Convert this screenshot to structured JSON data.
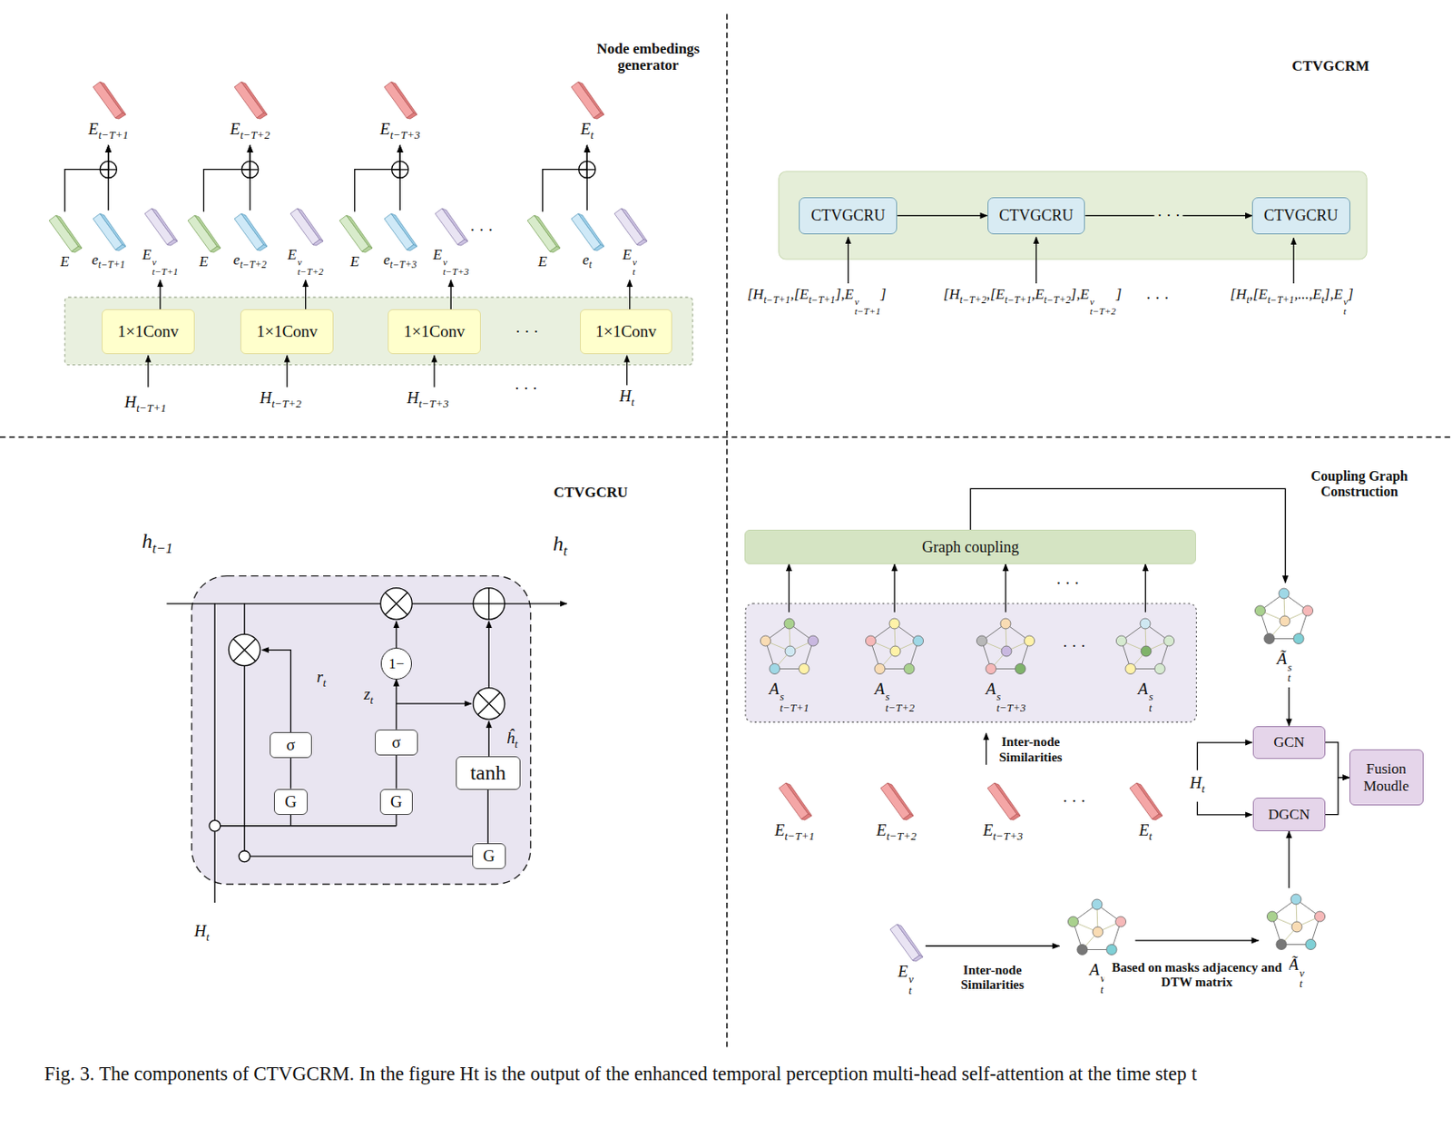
{
  "diagram": {
    "caption": "Fig. 3. The components of CTVGCRM. In the figure Ht is the output of the enhanced temporal perception multi-head self-attention at the time step t",
    "nodes": [
      {
        "text": [
          "Et−T+1"
        ]
      },
      {
        "text": [
          "Et−T+2"
        ]
      },
      {
        "text": [
          "Et−T+3"
        ]
      },
      {
        "text": [
          "Et"
        ]
      },
      {
        "text": [
          "E"
        ]
      },
      {
        "text": [
          "et−T+1"
        ]
      },
      {
        "text": [
          "Evt−T+1"
        ]
      },
      {
        "text": [
          "E"
        ]
      },
      {
        "text": [
          "et−T+2"
        ]
      },
      {
        "text": [
          "Evt−T+2"
        ]
      },
      {
        "text": [
          "E"
        ]
      },
      {
        "text": [
          "et−T+3"
        ]
      },
      {
        "text": [
          "Evt−T+3"
        ]
      },
      {
        "text": [
          "E"
        ]
      },
      {
        "text": [
          "et"
        ]
      },
      {
        "text": [
          "Evt"
        ]
      },
      {
        "text": [
          "1×1Conv"
        ]
      },
      {
        "text": [
          "1×1Conv"
        ]
      },
      {
        "text": [
          "1×1Conv"
        ]
      },
      {
        "text": [
          "1×1Conv"
        ]
      },
      {
        "text": [
          "CTVGCRU"
        ]
      },
      {
        "text": [
          "CTVGCRU"
        ]
      },
      {
        "text": [
          "CTVGCRU"
        ]
      },
      {
        "text": [
          "1−"
        ]
      },
      {
        "text": [
          "σ"
        ]
      },
      {
        "text": [
          "σ"
        ]
      },
      {
        "text": [
          "tanh"
        ]
      },
      {
        "text": [
          "G"
        ]
      },
      {
        "text": [
          "G"
        ]
      },
      {
        "text": [
          "G"
        ]
      },
      {
        "text": [
          "Graph coupling"
        ]
      },
      {
        "text": [
          "Ast−T+1"
        ]
      },
      {
        "text": [
          "Ast−T+2"
        ]
      },
      {
        "text": [
          "Ast−T+3"
        ]
      },
      {
        "text": [
          "Ast"
        ]
      },
      {
        "text": [
          "Ãst"
        ]
      },
      {
        "text": [
          "GCN"
        ]
      },
      {
        "text": [
          "Fusion Moudle"
        ]
      },
      {
        "text": [
          "DGCN"
        ]
      },
      {
        "text": [
          "Et−T+1"
        ]
      },
      {
        "text": [
          "Et−T+2"
        ]
      },
      {
        "text": [
          "Et−T+3"
        ]
      },
      {
        "text": [
          "Et"
        ]
      },
      {
        "text": [
          "Evt"
        ]
      },
      {
        "text": [
          "Avt"
        ]
      },
      {
        "text": [
          "Ãvt"
        ]
      }
    ],
    "edges": [
      {
        "from": 4,
        "to": 0,
        "arrow": "to"
      },
      {
        "from": 5,
        "to": 0,
        "arrow": "to"
      },
      {
        "from": 16,
        "to": 6,
        "arrow": "to"
      },
      {
        "from": 7,
        "to": 1,
        "arrow": "to"
      },
      {
        "from": 8,
        "to": 1,
        "arrow": "to"
      },
      {
        "from": 17,
        "to": 9,
        "arrow": "to"
      },
      {
        "from": 10,
        "to": 2,
        "arrow": "to"
      },
      {
        "from": 11,
        "to": 2,
        "arrow": "to"
      },
      {
        "from": 18,
        "to": 12,
        "arrow": "to"
      },
      {
        "from": 13,
        "to": 3,
        "arrow": "to"
      },
      {
        "from": 14,
        "to": 3,
        "arrow": "to"
      },
      {
        "from": 19,
        "to": 15,
        "arrow": "to"
      },
      {
        "from": 20,
        "to": 21,
        "arrow": "to"
      },
      {
        "from": 21,
        "to": 22,
        "label": "· · ·",
        "arrow": "to"
      },
      {
        "from": 27,
        "to": 24,
        "arrow": "none"
      },
      {
        "from": 28,
        "to": 25,
        "arrow": "none"
      },
      {
        "from": 25,
        "to": 23,
        "arrow": "to"
      },
      {
        "from": 29,
        "to": 26,
        "arrow": "none"
      },
      {
        "from": 31,
        "to": 30,
        "arrow": "to"
      },
      {
        "from": 32,
        "to": 30,
        "arrow": "to"
      },
      {
        "from": 33,
        "to": 30,
        "arrow": "to"
      },
      {
        "from": 34,
        "to": 30,
        "arrow": "to"
      },
      {
        "from": 30,
        "to": 35,
        "arrow": "to"
      },
      {
        "from": 35,
        "to": 36,
        "arrow": "to"
      },
      {
        "from": 36,
        "to": 37,
        "arrow": "to"
      },
      {
        "from": 38,
        "to": 37,
        "arrow": "to"
      },
      {
        "from": 45,
        "to": 38,
        "arrow": "to"
      },
      {
        "from": 43,
        "to": 44,
        "label": "Inter-node Similarities",
        "arrow": "to"
      },
      {
        "from": 44,
        "to": 45,
        "label": "Based on masks adjacency and DTW matrix",
        "arrow": "to"
      }
    ],
    "labels": [
      "Node embedings generator",
      "· · ·",
      "· · ·",
      "Ht−T+1",
      "Ht−T+2",
      "Ht−T+3",
      "· · ·",
      "Ht",
      "CTVGCRM",
      "[Ht−T+1,[Et−T+1],Evt−T+1]",
      "[Ht−T+2,[Et−T+1,Et−T+2],Evt−T+2]",
      "· · ·",
      "[Ht,[Et−T+1,...,Et],Evt]",
      "CTVGCRU",
      "ht−1",
      "ht",
      "rt",
      "zt",
      "ĥt",
      "Ht",
      "Coupling Graph Construction",
      "· · ·",
      "· · ·",
      "Inter-node Similarities",
      "· · ·",
      "Ht"
    ]
  }
}
